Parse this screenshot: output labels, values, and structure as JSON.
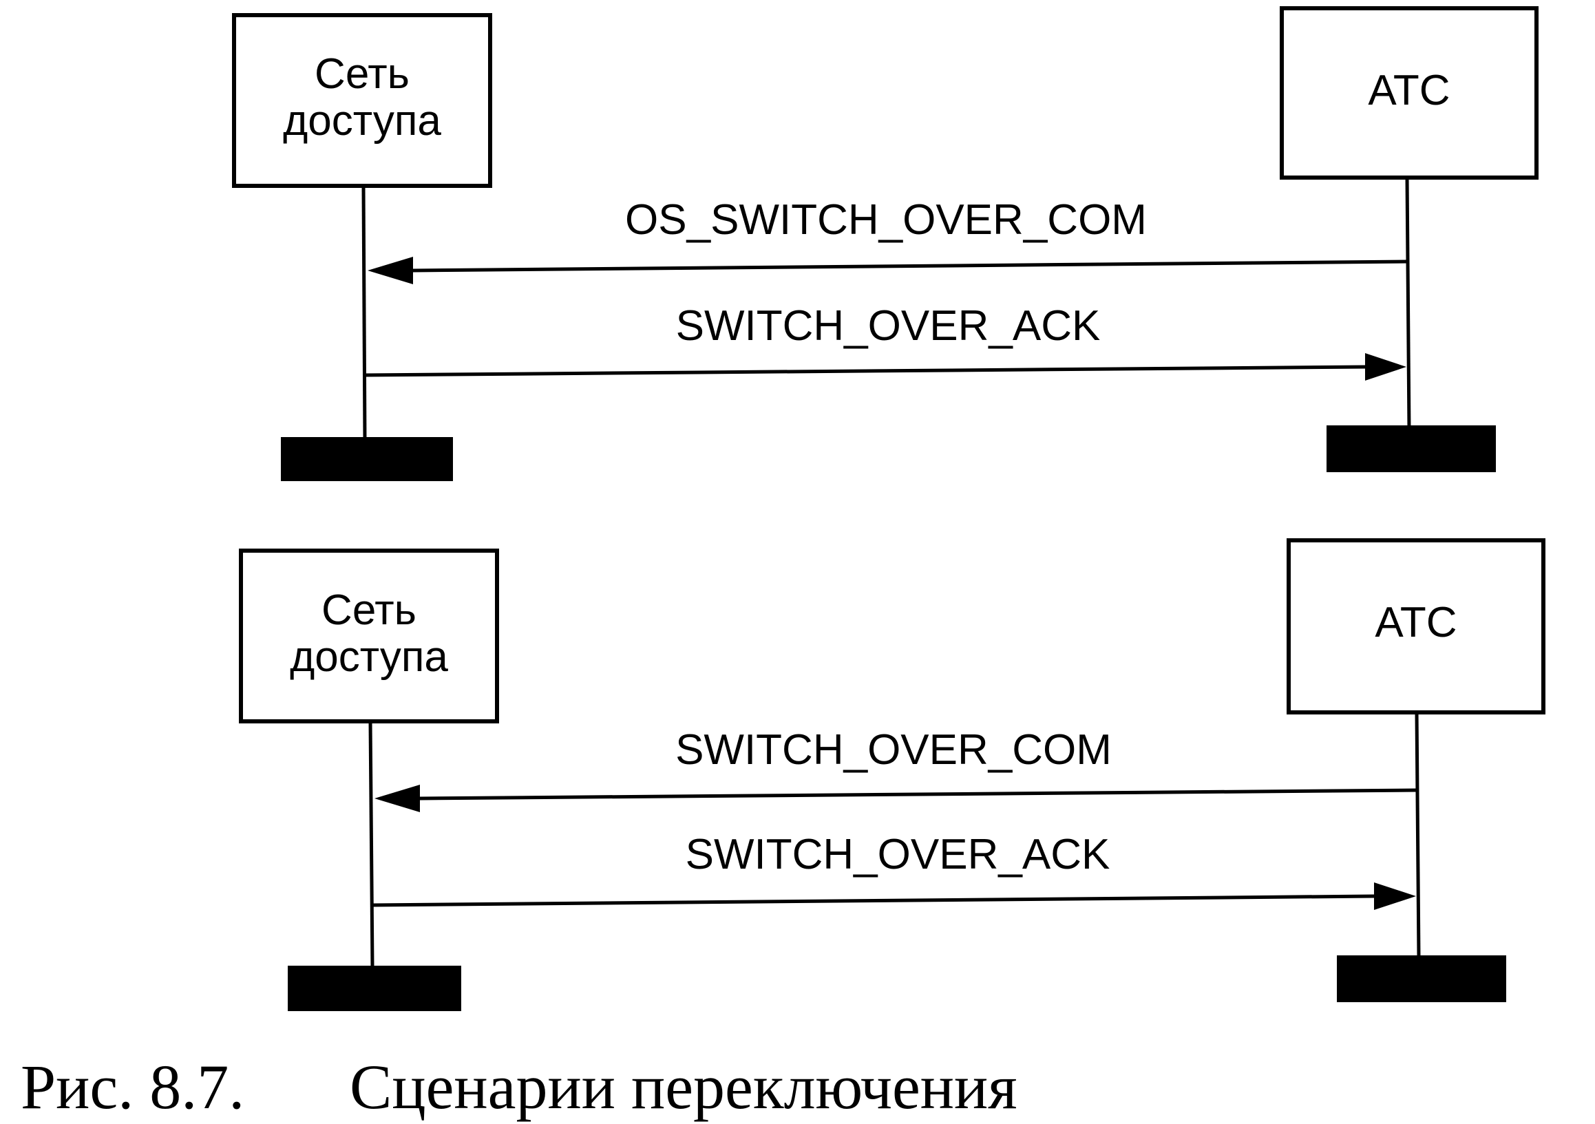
{
  "diagrams": [
    {
      "left_entity": [
        "Сеть",
        "доступа"
      ],
      "right_entity": "АТС",
      "messages": [
        {
          "label": "OS_SWITCH_OVER_COM",
          "direction": "right-to-left"
        },
        {
          "label": "SWITCH_OVER_ACK",
          "direction": "left-to-right"
        }
      ]
    },
    {
      "left_entity": [
        "Сеть",
        "доступа"
      ],
      "right_entity": "АТС",
      "messages": [
        {
          "label": "SWITCH_OVER_COM",
          "direction": "right-to-left"
        },
        {
          "label": "SWITCH_OVER_ACK",
          "direction": "left-to-right"
        }
      ]
    }
  ],
  "caption": {
    "number": "Рис. 8.7.",
    "title": "Сценарии переключения"
  }
}
